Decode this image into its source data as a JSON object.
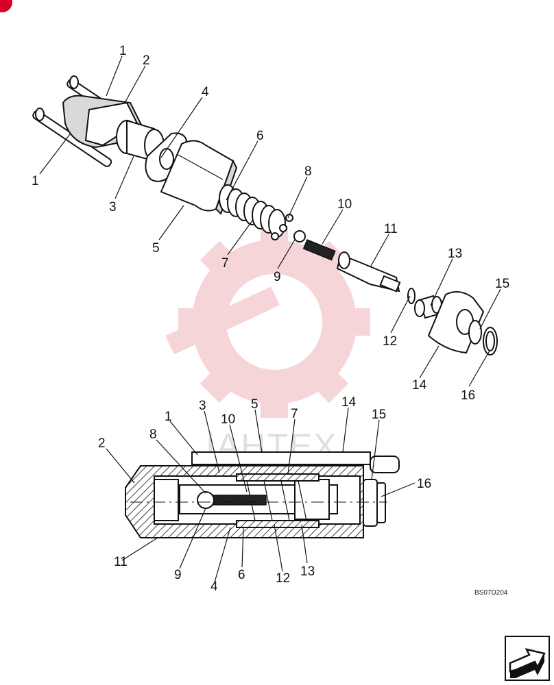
{
  "diagram": {
    "drawing_code": "BS07D204",
    "watermark_text": "IAHTEX",
    "exploded_callouts": [
      "1",
      "2",
      "1",
      "4",
      "3",
      "6",
      "5",
      "8",
      "7",
      "9",
      "10",
      "11",
      "13",
      "15",
      "12",
      "14",
      "16"
    ],
    "section_callouts": [
      "2",
      "8",
      "1",
      "3",
      "10",
      "5",
      "7",
      "14",
      "15",
      "16",
      "11",
      "9",
      "4",
      "6",
      "12",
      "13"
    ]
  },
  "colors": {
    "watermark": "#f4c7cc",
    "badge": "#d4002a"
  },
  "icons": {
    "next": "arrow-next-icon",
    "watermark": "gear-logo-icon"
  }
}
